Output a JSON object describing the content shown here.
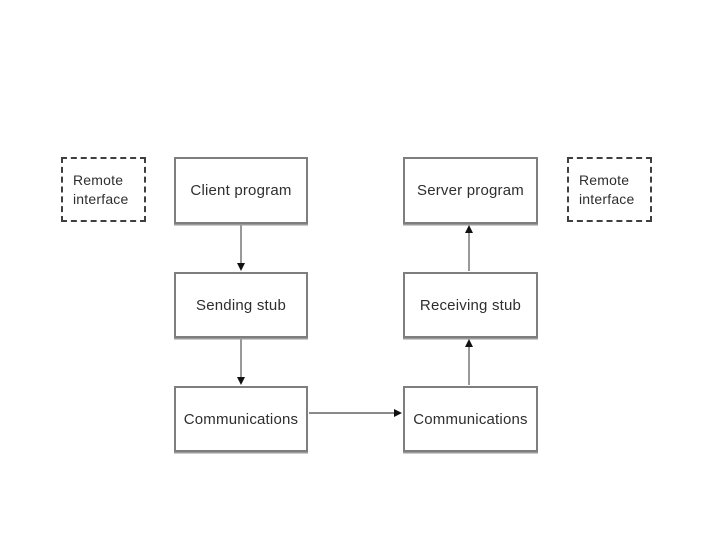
{
  "diagram": {
    "type": "flow",
    "title": "",
    "nodes": {
      "remote_interface_left": {
        "line1": "Remote",
        "line2": "interface",
        "style": "dashed"
      },
      "client_program": {
        "label": "Client program",
        "style": "solid"
      },
      "server_program": {
        "label": "Server program",
        "style": "solid"
      },
      "remote_interface_right": {
        "line1": "Remote",
        "line2": "interface",
        "style": "dashed"
      },
      "sending_stub": {
        "label": "Sending stub",
        "style": "solid"
      },
      "receiving_stub": {
        "label": "Receiving stub",
        "style": "solid"
      },
      "communications_client": {
        "label": "Communications",
        "style": "solid"
      },
      "communications_server": {
        "label": "Communications",
        "style": "solid"
      }
    },
    "edges": [
      {
        "from": "client_program",
        "to": "sending_stub",
        "direction": "down"
      },
      {
        "from": "sending_stub",
        "to": "communications_client",
        "direction": "down"
      },
      {
        "from": "communications_client",
        "to": "communications_server",
        "direction": "right"
      },
      {
        "from": "communications_server",
        "to": "receiving_stub",
        "direction": "up"
      },
      {
        "from": "receiving_stub",
        "to": "server_program",
        "direction": "up"
      }
    ],
    "colors": {
      "background": "#ffffff",
      "box_border": "#7e7e7e",
      "dashed_border": "#3f3f3f",
      "text": "#2e2e2e",
      "line_gray": "#999999",
      "line_dark": "#444444",
      "arrowhead": "#111111"
    }
  }
}
